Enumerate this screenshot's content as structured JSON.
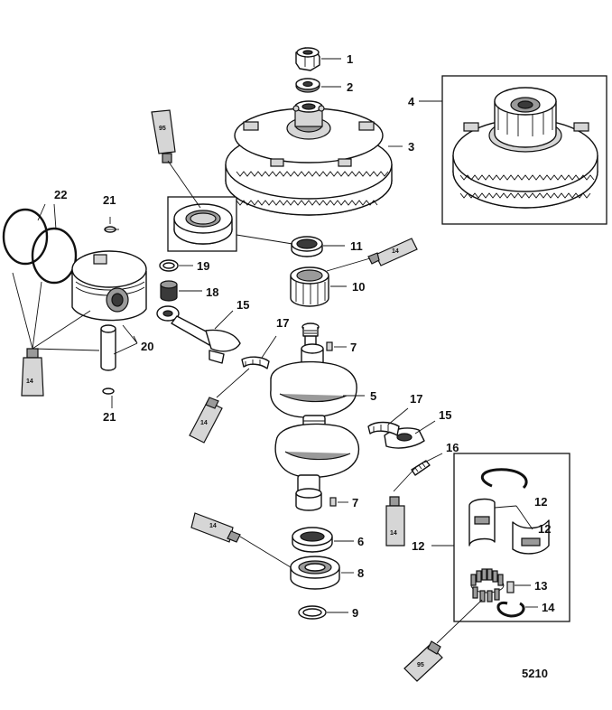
{
  "figure_number": "5210",
  "callouts": [
    "1",
    "2",
    "3",
    "4",
    "5",
    "6",
    "7",
    "7",
    "8",
    "9",
    "10",
    "11",
    "12",
    "12",
    "12",
    "13",
    "14",
    "14",
    "15",
    "15",
    "16",
    "17",
    "17",
    "18",
    "19",
    "20",
    "21",
    "21",
    "22"
  ],
  "tube_labels": [
    "95",
    "14",
    "14",
    "14",
    "14",
    "14",
    "95"
  ]
}
